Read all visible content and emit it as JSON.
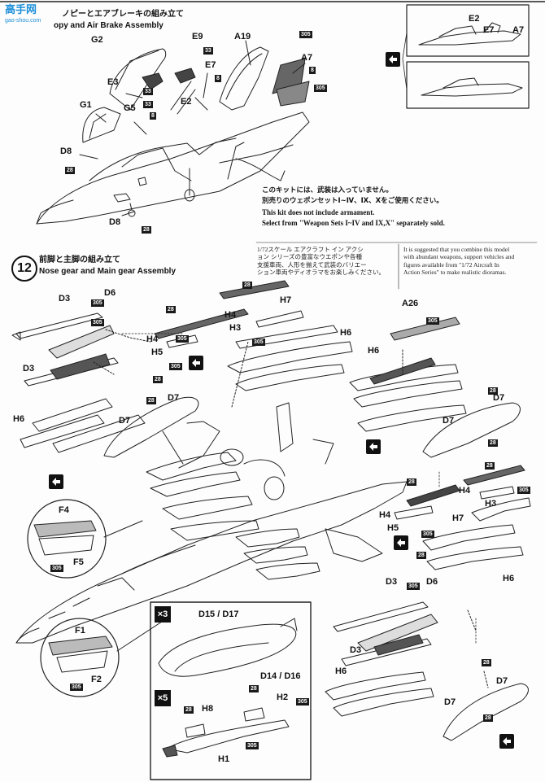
{
  "logo": {
    "text": "高手网",
    "sub": "gao-shou.com"
  },
  "step11": {
    "title_jp": "ノピーとエアブレーキの組み立て",
    "title_en": "opy and Air Brake Assembly"
  },
  "step12": {
    "number": "12",
    "title_jp": "前脚と主脚の組み立て",
    "title_en": "Nose gear and Main gear Assembly"
  },
  "notes": {
    "jp1": "このキットには、武装は入っていません。",
    "jp2": "別売りのウェポンセットⅠ~Ⅳ、Ⅸ、Ⅹをご使用ください。",
    "en1": "This kit does not include armament.",
    "en2": "Select from \"Weapon Sets I~IV and IX,X\" separately sold.",
    "small_jp": [
      "1/72スケール エアクラフト イン アクシ",
      "ョン シリーズの豊富なウエポンや各種",
      "支援車両、人形を揃えて武装のバリエー",
      "ション車両やディオラマをお楽しみください。"
    ],
    "small_en": [
      "It is suggested that you combine this model",
      "with abundant weapons, support vehicles and",
      "figures available from \"1/72 Aircraft In",
      "Action Series\" to make realistic dioramas."
    ]
  },
  "multipliers": {
    "x3": "×3",
    "x5": "×5"
  },
  "labels": {
    "E2a": "E2",
    "E7a": "E7",
    "A7a": "A7",
    "G2": "G2",
    "E9": "E9",
    "A19": "A19",
    "A7": "A7",
    "E7": "E7",
    "E3": "E3",
    "G1": "G1",
    "G5": "G5",
    "E2": "E2",
    "D8a": "D8",
    "D8b": "D8",
    "D3a": "D3",
    "D6a": "D6",
    "D3b": "D3",
    "H4a": "H4",
    "H5a": "H5",
    "H4b": "H4",
    "H3a": "H3",
    "H7a": "H7",
    "H6a": "H6",
    "A26": "A26",
    "H6b": "H6",
    "H6c": "H6",
    "D7a": "D7",
    "D7b": "D7",
    "D7c": "D7",
    "D7d": "D7",
    "F4": "F4",
    "F5": "F5",
    "F1": "F1",
    "F2": "F2",
    "H4c": "H4",
    "H3b": "H3",
    "H4d": "H4",
    "H7b": "H7",
    "H5b": "H5",
    "H6d": "H6",
    "D3c": "D3",
    "D6b": "D6",
    "D3d": "D3",
    "H6e": "H6",
    "D7e": "D7",
    "D7f": "D7",
    "D15": "D15 / D17",
    "D14": "D14 / D16",
    "H8": "H8",
    "H2": "H2",
    "H1": "H1"
  },
  "badges": {
    "b305a": "305",
    "b305b": "305",
    "b8a": "8",
    "b8b": "8",
    "b8c": "8",
    "b33a": "33",
    "b33b": "33",
    "b33c": "33",
    "b28a": "28",
    "b28b": "28",
    "b305c": "305",
    "b305d": "305",
    "b28c": "28",
    "b28d": "28",
    "b305e": "305",
    "b28e": "28",
    "b305f": "305",
    "b305g": "305",
    "b28f": "28",
    "b28g": "28",
    "b305h": "305",
    "b28h": "28",
    "b305i": "305",
    "b28i": "28",
    "b305j": "305",
    "b28j": "28",
    "b305k": "305",
    "b28k": "28",
    "b305l": "305",
    "b28l": "28",
    "b305m": "305",
    "b28m": "28",
    "b305n": "305",
    "b28n": "28",
    "b28o": "28",
    "b305o": "305"
  }
}
